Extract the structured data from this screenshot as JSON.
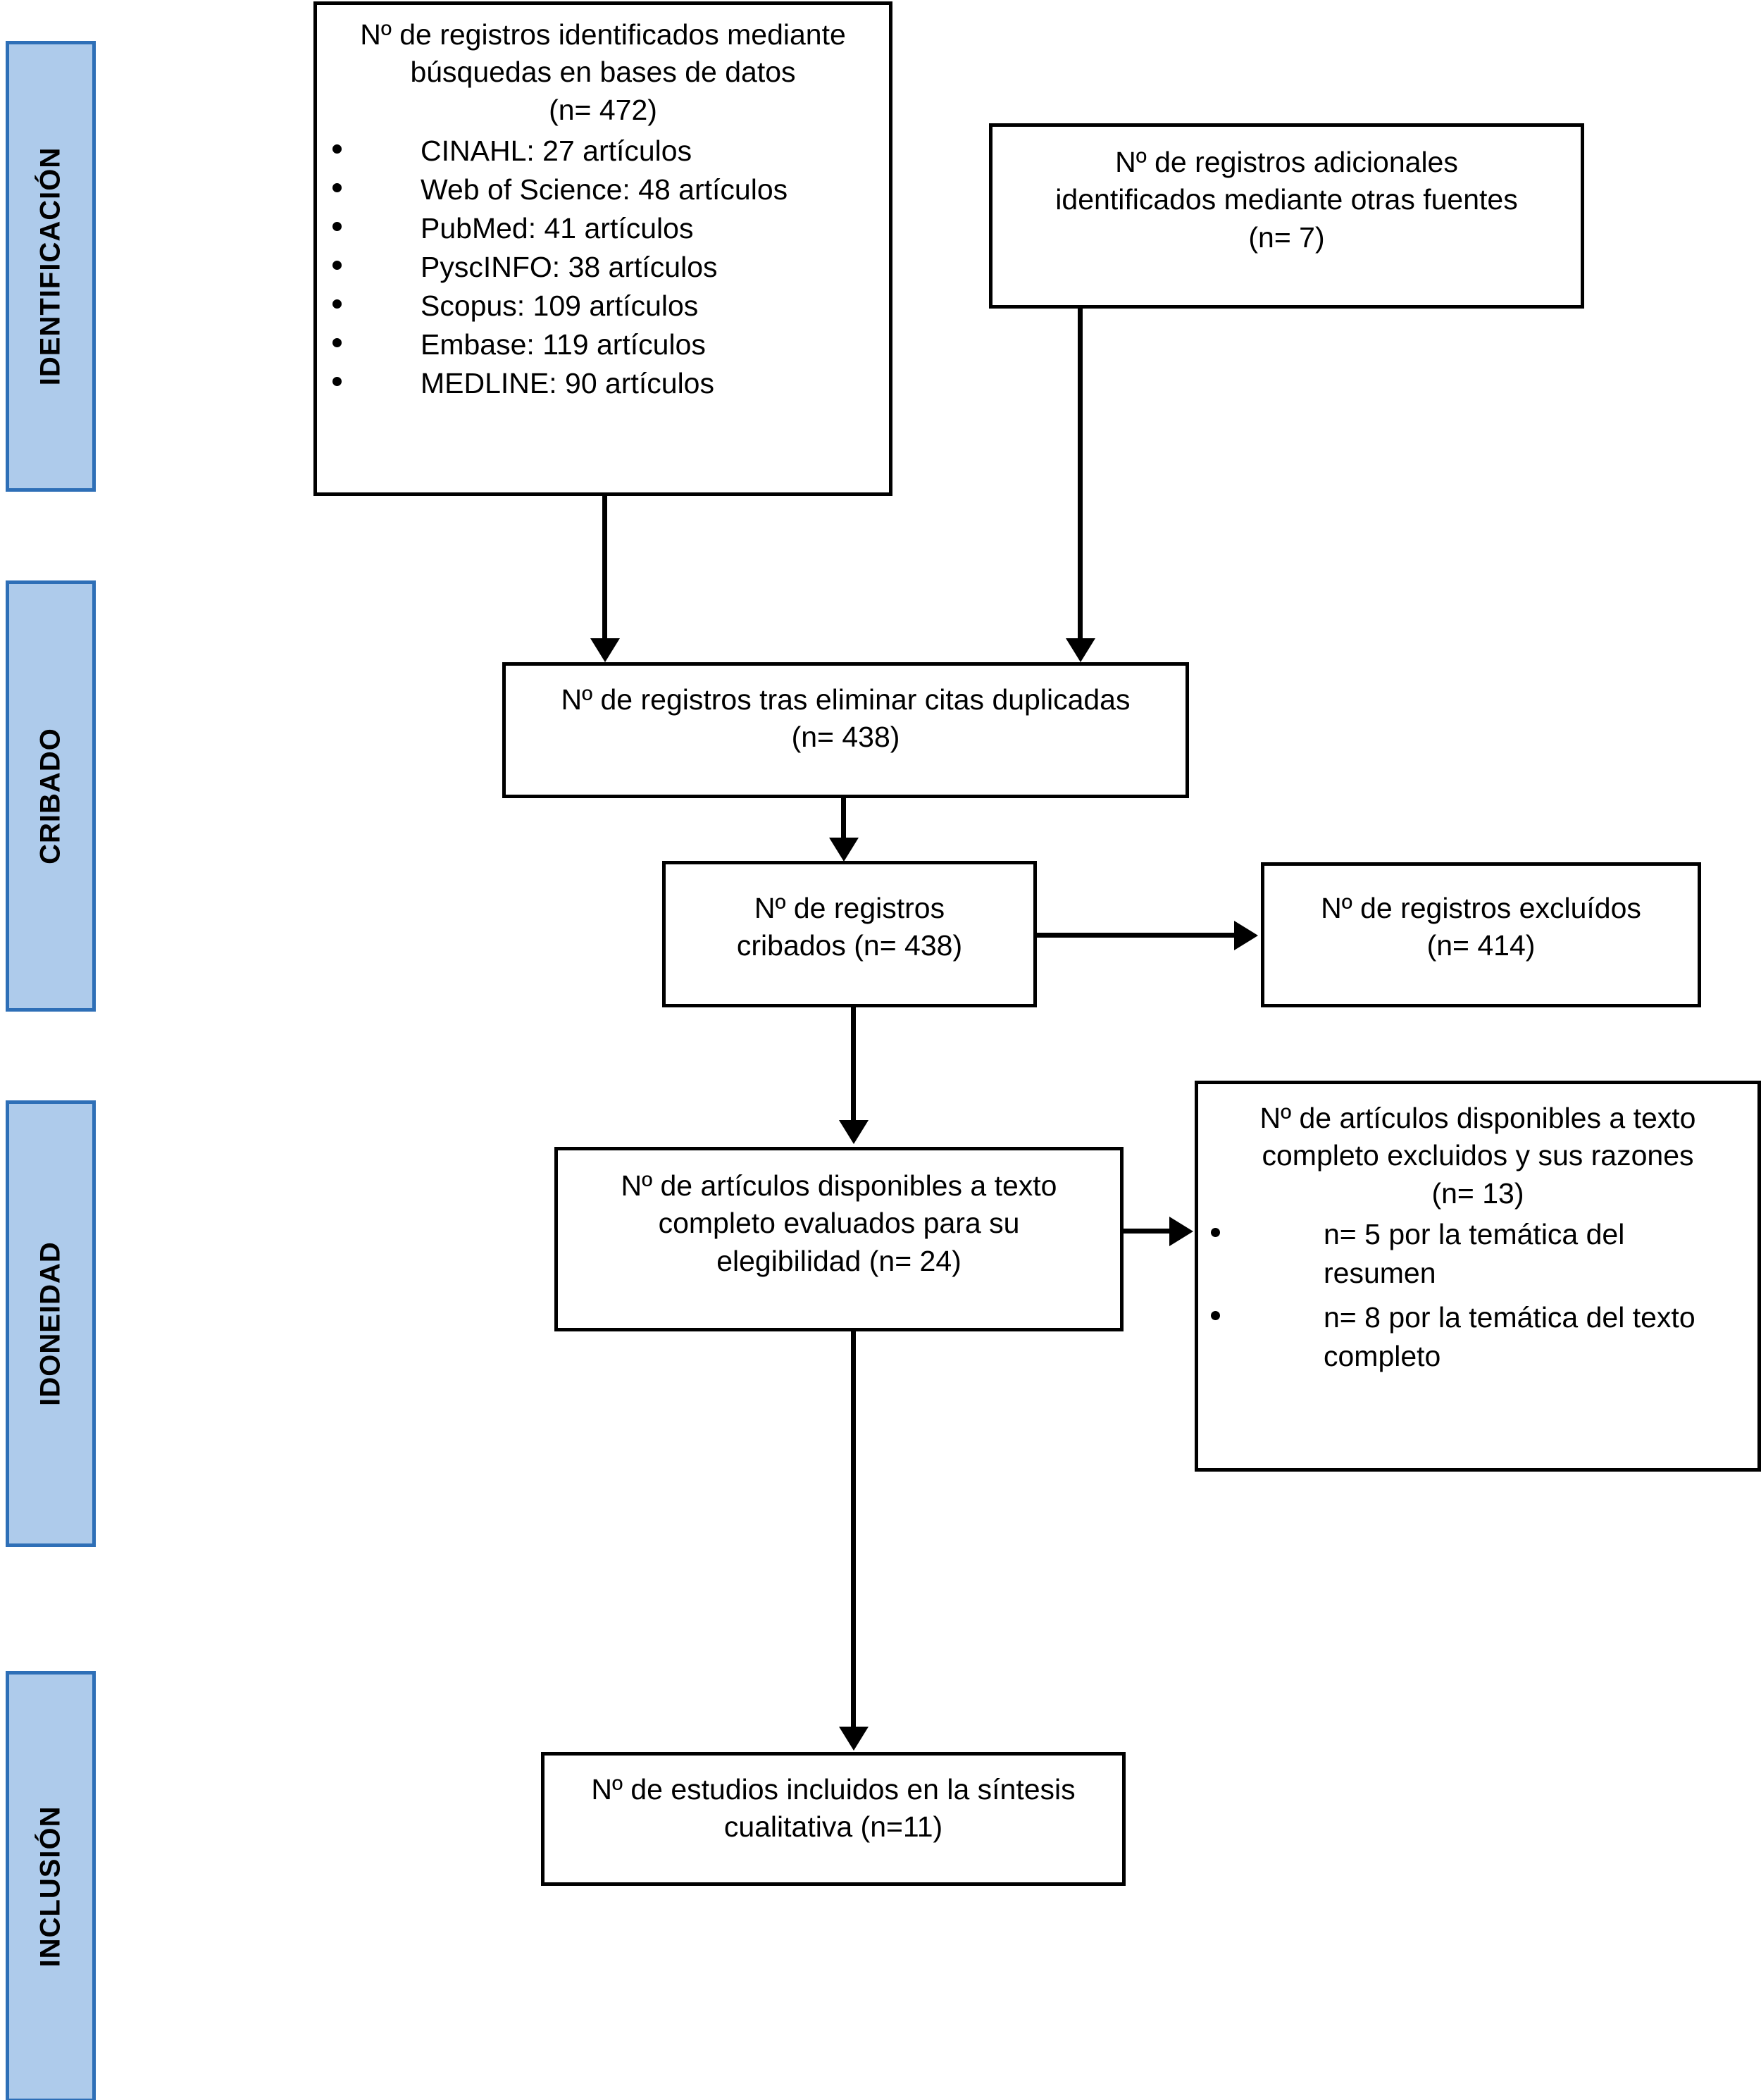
{
  "diagram": {
    "title": "Diagrama de flujo PRISMA",
    "language": "es",
    "colors": {
      "phase_fill": "#aecbeb",
      "phase_border": "#2e6fb7",
      "box_border": "#000000",
      "box_fill": "#ffffff",
      "connector": "#000000"
    }
  },
  "phases": [
    {
      "id": "identificacion",
      "label": "IDENTIFICACIÓN"
    },
    {
      "id": "cribado",
      "label": "CRIBADO"
    },
    {
      "id": "idoneidad",
      "label": "IDONEIDAD"
    },
    {
      "id": "inclusion",
      "label": "INCLUSIÓN"
    }
  ],
  "boxes": {
    "databases": {
      "line1": "Nº de registros identificados mediante",
      "line2": "búsquedas en bases de datos",
      "line3": "(n= 472)",
      "items": [
        "CINAHL: 27 artículos",
        "Web of Science: 48 artículos",
        "PubMed: 41 artículos",
        "PyscINFO: 38 artículos",
        "Scopus: 109 artículos",
        "Embase: 119 artículos",
        "MEDLINE: 90 artículos"
      ]
    },
    "other_sources": {
      "line1": "Nº de registros adicionales",
      "line2": "identificados mediante otras fuentes",
      "line3": "(n= 7)"
    },
    "deduplicated": {
      "line1": "Nº de registros tras eliminar citas duplicadas",
      "line2": "(n= 438)"
    },
    "screened": {
      "line1": "Nº de registros",
      "line2": "cribados (n= 438)"
    },
    "excluded_records": {
      "line1": "Nº de registros excluídos",
      "line2": "(n= 414)"
    },
    "fulltext_assessed": {
      "line1": "Nº de artículos disponibles a texto",
      "line2": "completo evaluados para su",
      "line3": "elegibilidad (n= 24)"
    },
    "fulltext_excluded": {
      "line1": "Nº de artículos disponibles a texto",
      "line2": "completo excluidos y sus razones",
      "line3": "(n= 13)",
      "reasons": [
        "n= 5 por la temática del resumen",
        "n= 8 por la temática del texto completo"
      ]
    },
    "included": {
      "line1": "Nº de estudios incluidos en la síntesis",
      "line2": "cualitativa (n=11)"
    }
  },
  "counts": {
    "identified_databases": 472,
    "identified_other_sources": 7,
    "after_duplicates_removed": 438,
    "records_screened": 438,
    "records_excluded": 414,
    "fulltext_assessed": 24,
    "fulltext_excluded": 13,
    "fulltext_excluded_abstract_topic": 5,
    "fulltext_excluded_fulltext_topic": 8,
    "studies_included_qualitative": 11,
    "cinahl": 27,
    "web_of_science": 48,
    "pubmed": 41,
    "pyscinfo": 38,
    "scopus": 109,
    "embase": 119,
    "medline": 90
  }
}
